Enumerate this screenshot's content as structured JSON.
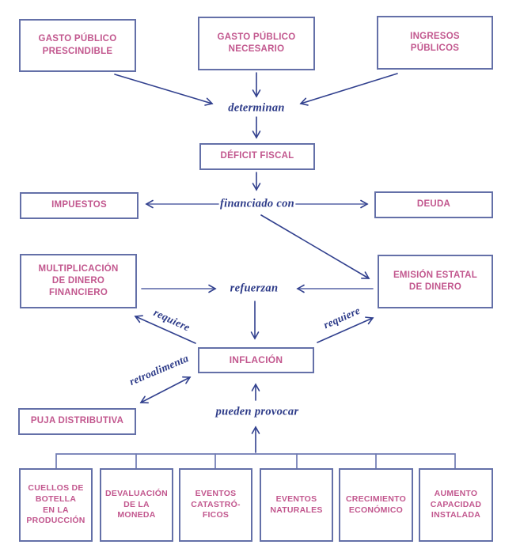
{
  "colors": {
    "box_text": "#c2578e",
    "box_border": "#6470a8",
    "label": "#2c3a88",
    "line_dark": "#31408e",
    "line_light": "#6f7ab2",
    "background": "#ffffff"
  },
  "nodes": {
    "gasto_prescindible": {
      "label": "GASTO PÚBLICO\nPRESCINDIBLE"
    },
    "gasto_necesario": {
      "label": "GASTO PÚBLICO\nNECESARIO"
    },
    "ingresos_publicos": {
      "label": "INGRESOS\nPÚBLICOS"
    },
    "deficit_fiscal": {
      "label": "DÉFICIT FISCAL"
    },
    "impuestos": {
      "label": "IMPUESTOS"
    },
    "deuda": {
      "label": "DEUDA"
    },
    "multiplicacion": {
      "label": "MULTIPLICACIÓN\nDE DINERO\nFINANCIERO"
    },
    "emision": {
      "label": "EMISIÓN ESTATAL\nDE DINERO"
    },
    "inflacion": {
      "label": "INFLACIÓN"
    },
    "puja": {
      "label": "PUJA DISTRIBUTIVA"
    },
    "cuellos": {
      "label": "CUELLOS DE\nBOTELLA\nEN LA\nPRODUCCIÓN"
    },
    "devaluacion": {
      "label": "DEVALUACIÓN\nDE LA\nMONEDA"
    },
    "catastroficos": {
      "label": "EVENTOS\nCATASTRÓ-\nFICOS"
    },
    "naturales": {
      "label": "EVENTOS\nNATURALES"
    },
    "crecimiento": {
      "label": "CRECIMIENTO\nECONÓMICO"
    },
    "aumento": {
      "label": "AUMENTO\nCAPACIDAD\nINSTALADA"
    }
  },
  "edge_labels": {
    "determinan": {
      "text": "determinan"
    },
    "financiado_con": {
      "text": "financiado con"
    },
    "refuerzan": {
      "text": "refuerzan"
    },
    "requiere_left": {
      "text": "requiere"
    },
    "requiere_right": {
      "text": "requiere"
    },
    "retroalimenta": {
      "text": "retroalimenta"
    },
    "pueden_provocar": {
      "text": "pueden provocar"
    }
  }
}
